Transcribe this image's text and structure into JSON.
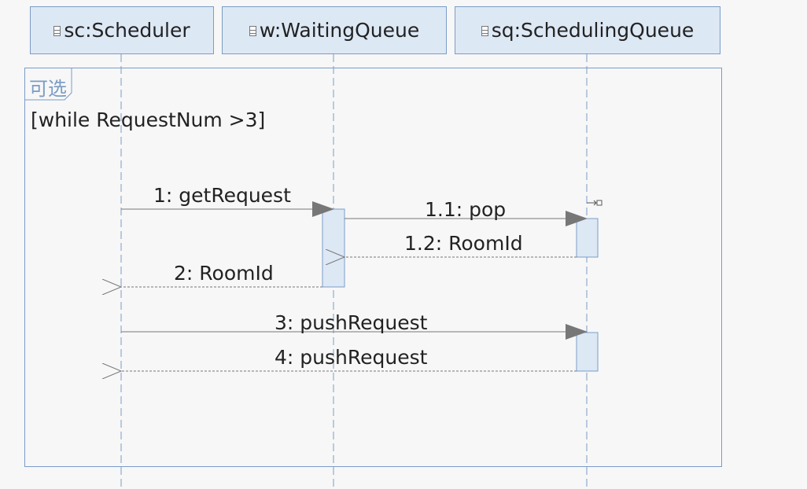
{
  "lifelines": [
    {
      "id": "sc",
      "label": "sc:Scheduler"
    },
    {
      "id": "w",
      "label": "w:WaitingQueue"
    },
    {
      "id": "sq",
      "label": "sq:SchedulingQueue"
    }
  ],
  "fragment": {
    "operator": "可选",
    "guard": "[while RequestNum >3]"
  },
  "messages": [
    {
      "label": "1: getRequest",
      "from": "sc",
      "to": "w",
      "kind": "sync"
    },
    {
      "label": "1.1: pop",
      "from": "w",
      "to": "sq",
      "kind": "sync"
    },
    {
      "label": "1.2: RoomId",
      "from": "sq",
      "to": "w",
      "kind": "reply"
    },
    {
      "label": "2: RoomId",
      "from": "w",
      "to": "sc",
      "kind": "reply"
    },
    {
      "label": "3: pushRequest",
      "from": "sc",
      "to": "sq",
      "kind": "sync"
    },
    {
      "label": "4: pushRequest",
      "from": "sq",
      "to": "sc",
      "kind": "reply"
    }
  ],
  "colors": {
    "lifeline_fill": "#dde8f5",
    "border": "#7a9cc6",
    "arrow": "#777777"
  }
}
